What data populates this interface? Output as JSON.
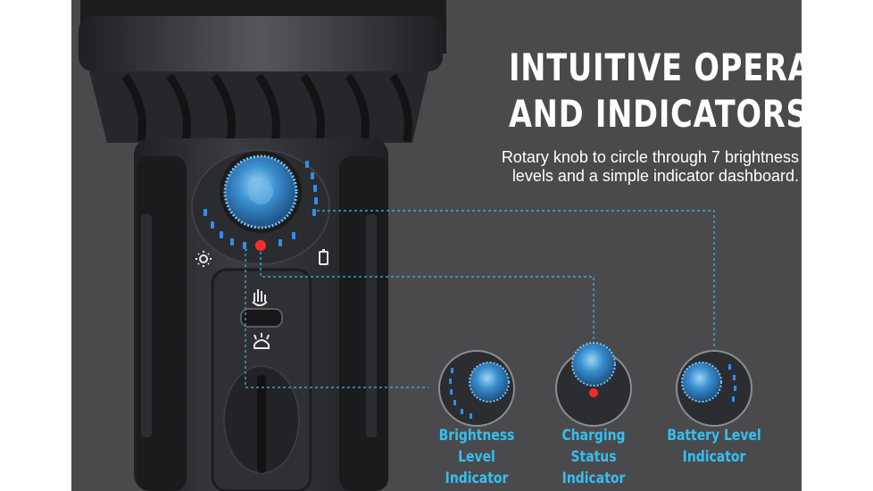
{
  "heading": {
    "line1": "INTUITIVE OPERATION",
    "line2": "AND INDICATORS"
  },
  "subtitle": {
    "line1": "Rotary knob to circle through 7 brightness",
    "line2": "levels and a simple indicator dashboard."
  },
  "dial": {
    "brightness_levels": 7
  },
  "callouts": [
    {
      "line1": "Brightness Level",
      "line2": "Indicator"
    },
    {
      "line1": "Charging Status",
      "line2": "Indicator"
    },
    {
      "line1": "Battery Level",
      "line2": "Indicator"
    }
  ],
  "colors": {
    "background": "#4a4a4c",
    "accent_blue": "#36bff2",
    "knob_blue": "#3a8fd0",
    "led_red": "#ff2a2a",
    "body_dark": "#2a2b2e"
  },
  "icons": {
    "brightness": "sun-icon",
    "battery": "battery-icon",
    "mode_up": "hand-icon",
    "mode_down": "headlamp-icon"
  }
}
